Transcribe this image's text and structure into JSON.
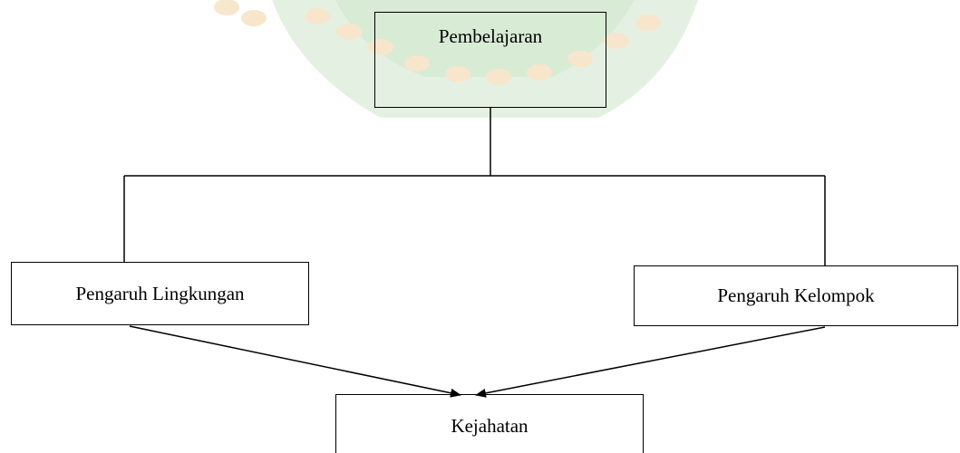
{
  "diagram": {
    "nodes": {
      "top": "Pembelajaran",
      "left": "Pengaruh Lingkungan",
      "right": "Pengaruh Kelompok",
      "bottom": "Kejahatan"
    },
    "colors": {
      "stroke": "#000000",
      "text": "#000000",
      "watermark_fill": "#d9ecd6",
      "watermark_rope": "#f3dfc0"
    }
  }
}
